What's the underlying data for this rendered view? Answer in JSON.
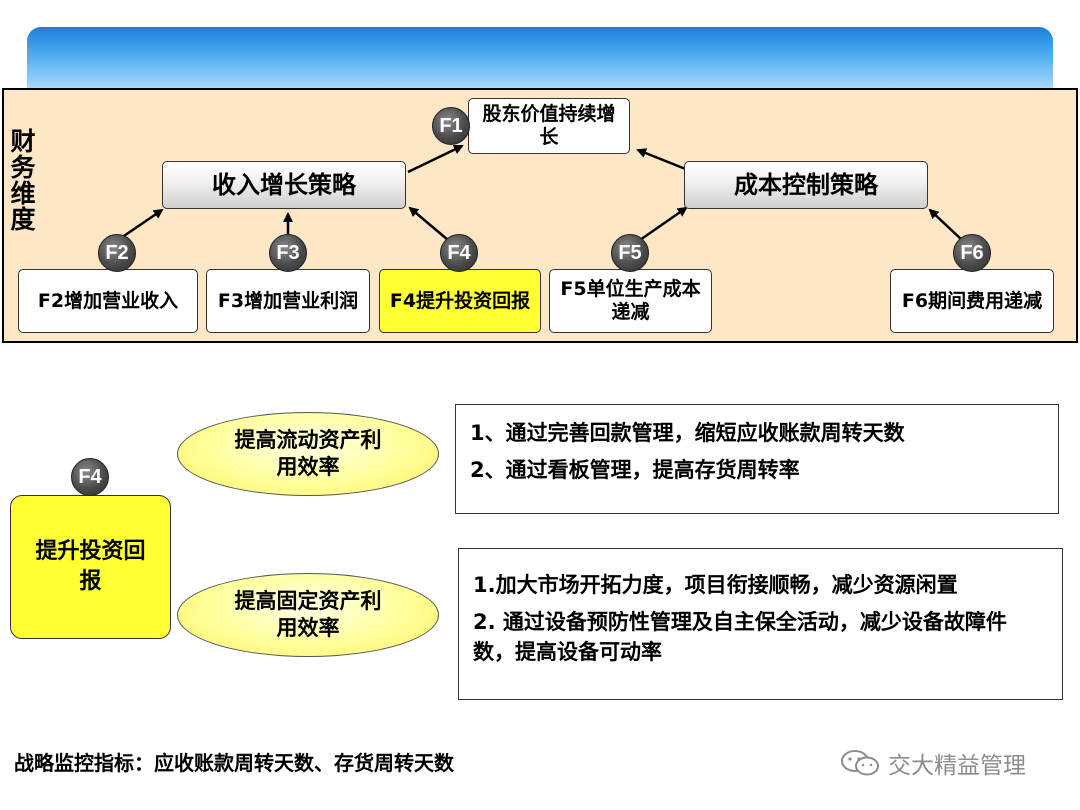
{
  "vertical_label": "财务维度",
  "top_goal": {
    "badge": "F1",
    "text": "股东价值持续增长"
  },
  "strategies": {
    "revenue": "收入增长策略",
    "cost": "成本控制策略"
  },
  "objectives": [
    {
      "badge": "F2",
      "text": "F2增加营业收入",
      "highlight": false
    },
    {
      "badge": "F3",
      "text": "F3增加营业利润",
      "highlight": false
    },
    {
      "badge": "F4",
      "text": "F4提升投资回报",
      "highlight": true
    },
    {
      "badge": "F5",
      "text": "F5单位生产成本递减",
      "highlight": false
    },
    {
      "badge": "F6",
      "text": "F6期间费用递减",
      "highlight": false
    }
  ],
  "detail": {
    "badge": "F4",
    "main": "提升投资回报",
    "branches": [
      {
        "label": "提高流动资产利用效率",
        "measures": [
          "1、通过完善回款管理，缩短应收账款周转天数",
          "2、通过看板管理，提高存货周转率"
        ]
      },
      {
        "label": "提高固定资产利用效率",
        "measures": [
          "1.加大市场开拓力度，项目衔接顺畅，减少资源闲置",
          "2. 通过设备预防性管理及自主保全活动，减少设备故障件数，提高设备可动率"
        ]
      }
    ]
  },
  "footer": "战略监控指标：应收账款周转天数、存货周转天数",
  "watermark": "交大精益管理",
  "colors": {
    "highlight": "#ffff33",
    "panel": "#fde7c7"
  }
}
